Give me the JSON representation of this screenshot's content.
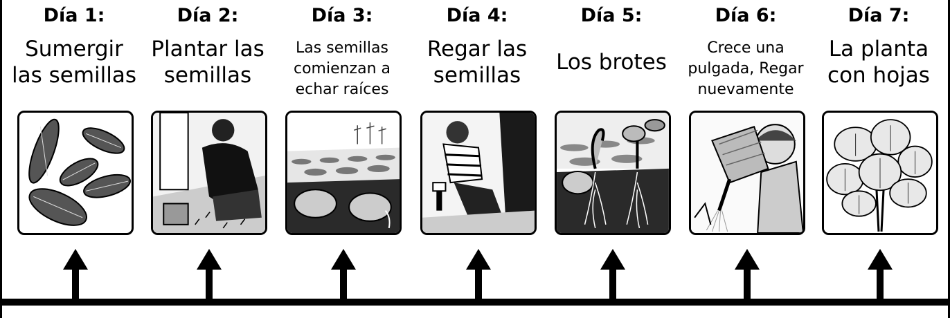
{
  "steps": [
    {
      "day": "Día  1:",
      "label": "Sumergir\nlas semillas",
      "size": "big",
      "icon": "seeds-illustration"
    },
    {
      "day": "Día 2:",
      "label": "Plantar las\nsemillas",
      "size": "big",
      "icon": "planting-illustration"
    },
    {
      "day": "Día 3:",
      "label": "Las semillas\ncomienzan a\nechar raíces",
      "size": "small",
      "icon": "rooting-seeds-illustration"
    },
    {
      "day": "Día 4:",
      "label": "Regar las\nsemillas",
      "size": "big",
      "icon": "watering-seeds-illustration"
    },
    {
      "day": "Día 5:",
      "label": "Los brotes",
      "size": "big",
      "icon": "sprouts-illustration"
    },
    {
      "day": "Día 6:",
      "label": "Crece una\npulgada, Regar\nnuevamente",
      "size": "small",
      "icon": "watering-can-illustration"
    },
    {
      "day": "Día 7:",
      "label": "La planta\ncon hojas",
      "size": "big",
      "icon": "leafy-plant-illustration"
    }
  ]
}
